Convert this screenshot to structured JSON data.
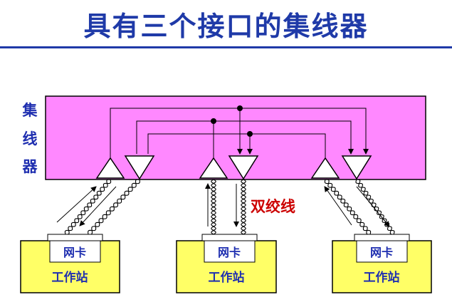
{
  "title": "具有三个接口的集线器",
  "hub": {
    "label_chars": [
      "集",
      "线",
      "器"
    ]
  },
  "cable_label": "双绞线",
  "stations": [
    {
      "nic_label": "网卡",
      "station_label": "工作站"
    },
    {
      "nic_label": "网卡",
      "station_label": "工作站"
    },
    {
      "nic_label": "网卡",
      "station_label": "工作站"
    }
  ],
  "colors": {
    "title": "#1f3aa8",
    "hub_fill": "#ff88ff",
    "station_fill": "#ffff66",
    "cable_label": "#cc0000",
    "label_blue": "#1f2fb0"
  }
}
